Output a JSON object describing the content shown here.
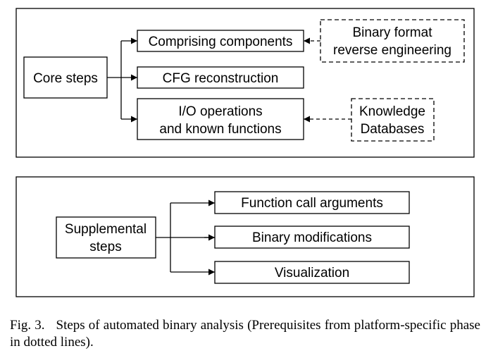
{
  "diagram": {
    "core_group": {
      "source": "Core steps",
      "targets": [
        "Comprising components",
        "CFG reconstruction",
        [
          "I/O operations",
          "and known functions"
        ]
      ],
      "prerequisites": [
        {
          "lines": [
            "Binary format",
            "reverse engineering"
          ],
          "feeds": "Comprising components"
        },
        {
          "lines": [
            "Knowledge",
            "Databases"
          ],
          "feeds": "I/O operations"
        }
      ]
    },
    "supplemental_group": {
      "source": [
        "Supplemental",
        "steps"
      ],
      "targets": [
        "Function call arguments",
        "Binary modifications",
        "Visualization"
      ]
    },
    "colors": {
      "line": "#000000",
      "box_fill": "#ffffff"
    }
  },
  "caption": {
    "label": "Fig. 3.",
    "text": "Steps of automated binary analysis (Prerequisites from platform-specific phase in dotted lines)."
  }
}
